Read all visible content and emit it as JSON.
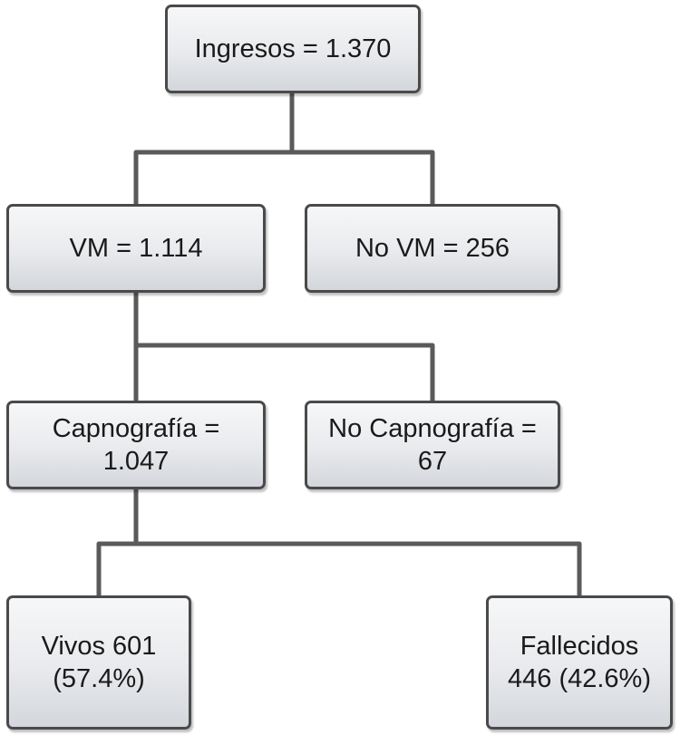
{
  "diagram": {
    "nodes": {
      "root": {
        "line1": "Ingresos = 1.370",
        "line2": ""
      },
      "vm": {
        "line1": "VM = 1.114",
        "line2": ""
      },
      "novm": {
        "line1": "No VM = 256",
        "line2": ""
      },
      "cap": {
        "line1": "Capnografía =",
        "line2": "1.047"
      },
      "nocap": {
        "line1": "No Capnografía =",
        "line2": "67"
      },
      "viv": {
        "line1": "Vivos 601",
        "line2": "(57.4%)"
      },
      "fal": {
        "line1": "Fallecidos",
        "line2": "446 (42.6%)"
      }
    },
    "edges": [
      [
        "root",
        "vm"
      ],
      [
        "root",
        "novm"
      ],
      [
        "vm",
        "cap"
      ],
      [
        "vm",
        "nocap"
      ],
      [
        "cap",
        "viv"
      ],
      [
        "cap",
        "fal"
      ]
    ],
    "colors": {
      "border": "#4a4a4a",
      "connector": "#5a5a5a",
      "fill_top": "#f6f7f8",
      "fill_bottom": "#d3d6db",
      "text": "#1a1a1a"
    }
  }
}
